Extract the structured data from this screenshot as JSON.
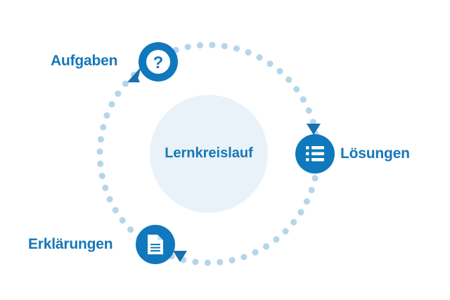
{
  "diagram": {
    "title": "Lernkreislauf",
    "type": "cycle-diagram",
    "center": {
      "label": "Lernkreislauf",
      "fill_color": "#eaf2f9",
      "text_color": "#1577b8"
    },
    "colors": {
      "primary_blue": "#1a7cb8",
      "icon_blue": "#1078bd",
      "text_blue": "#1577b8",
      "dot_blue": "#b5d6e9",
      "arrow_blue": "#1a6fae",
      "center_fill": "#eaf2f9",
      "background": "#ffffff"
    },
    "nodes": [
      {
        "id": "aufgaben",
        "label": "Aufgaben",
        "icon": "question-mark-icon",
        "icon_style": "ring",
        "label_position": "left"
      },
      {
        "id": "loesungen",
        "label": "Lösungen",
        "icon": "list-icon",
        "icon_style": "solid",
        "label_position": "right"
      },
      {
        "id": "erklaerungen",
        "label": "Erklärungen",
        "icon": "document-icon",
        "icon_style": "solid",
        "label_position": "left"
      }
    ],
    "arrows": [
      {
        "id": "arrow-to-aufgaben",
        "points_to": "aufgaben"
      },
      {
        "id": "arrow-to-loesungen",
        "points_to": "loesungen"
      },
      {
        "id": "arrow-from-erklaerungen",
        "points_to": "cycle-continue"
      }
    ],
    "ring": {
      "style": "dotted",
      "dot_count": 56,
      "direction": "clockwise"
    }
  }
}
